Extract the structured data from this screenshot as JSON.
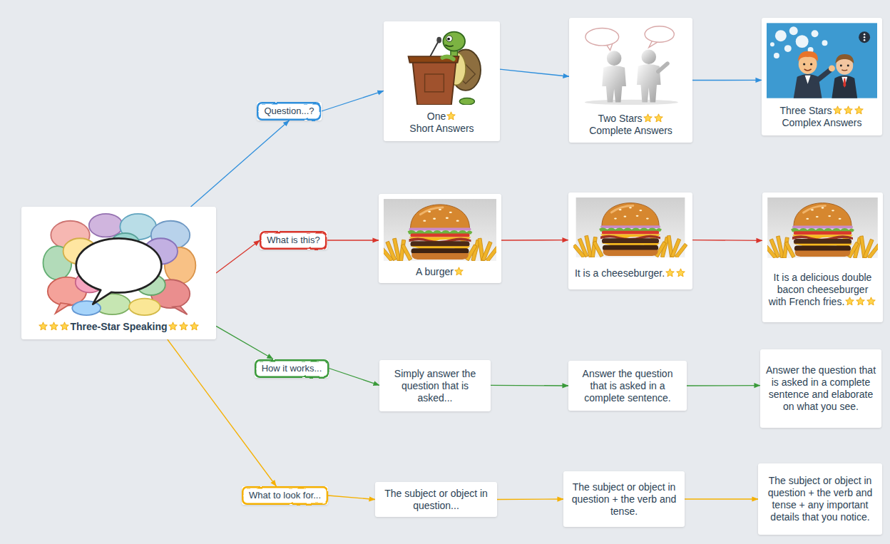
{
  "diagram": {
    "nodes": [
      {
        "text": [
          "Three-Star Speaking"
        ]
      },
      {
        "text": [
          "Question...?"
        ]
      },
      {
        "text": [
          "One",
          "Short Answers"
        ]
      },
      {
        "text": [
          "Two Stars",
          "Complete Answers"
        ]
      },
      {
        "text": [
          "Three Stars",
          "Complex Answers"
        ]
      },
      {
        "text": [
          "What is this?"
        ]
      },
      {
        "text": [
          "A burger"
        ]
      },
      {
        "text": [
          "It is a cheeseburger."
        ]
      },
      {
        "text": [
          "It is a delicious double bacon cheeseburger with French fries."
        ]
      },
      {
        "text": [
          "How it works..."
        ]
      },
      {
        "text": [
          "Simply answer the question that is asked..."
        ]
      },
      {
        "text": [
          "Answer the question that is asked in a complete sentence."
        ]
      },
      {
        "text": [
          "Answer the question that is asked in a complete sentence and elaborate on what you see."
        ]
      },
      {
        "text": [
          "What to look for..."
        ]
      },
      {
        "text": [
          "The subject or object in question..."
        ]
      },
      {
        "text": [
          "The subject or object in question + the verb and tense."
        ]
      },
      {
        "text": [
          "The subject or object in question + the verb and tense + any important details that you notice."
        ]
      }
    ],
    "edges": [
      {
        "from": 0,
        "to": 1,
        "arrow": "to"
      },
      {
        "from": 1,
        "to": 2,
        "arrow": "to"
      },
      {
        "from": 2,
        "to": 3,
        "arrow": "to"
      },
      {
        "from": 3,
        "to": 4,
        "arrow": "to"
      },
      {
        "from": 0,
        "to": 5,
        "arrow": "to"
      },
      {
        "from": 5,
        "to": 6,
        "arrow": "to"
      },
      {
        "from": 6,
        "to": 7,
        "arrow": "to"
      },
      {
        "from": 7,
        "to": 8,
        "arrow": "to"
      },
      {
        "from": 0,
        "to": 9,
        "arrow": "to"
      },
      {
        "from": 9,
        "to": 10,
        "arrow": "to"
      },
      {
        "from": 10,
        "to": 11,
        "arrow": "to"
      },
      {
        "from": 11,
        "to": 12,
        "arrow": "to"
      },
      {
        "from": 0,
        "to": 13,
        "arrow": "to"
      },
      {
        "from": 13,
        "to": 14,
        "arrow": "to"
      },
      {
        "from": 14,
        "to": 15,
        "arrow": "to"
      },
      {
        "from": 15,
        "to": 16,
        "arrow": "to"
      }
    ]
  }
}
